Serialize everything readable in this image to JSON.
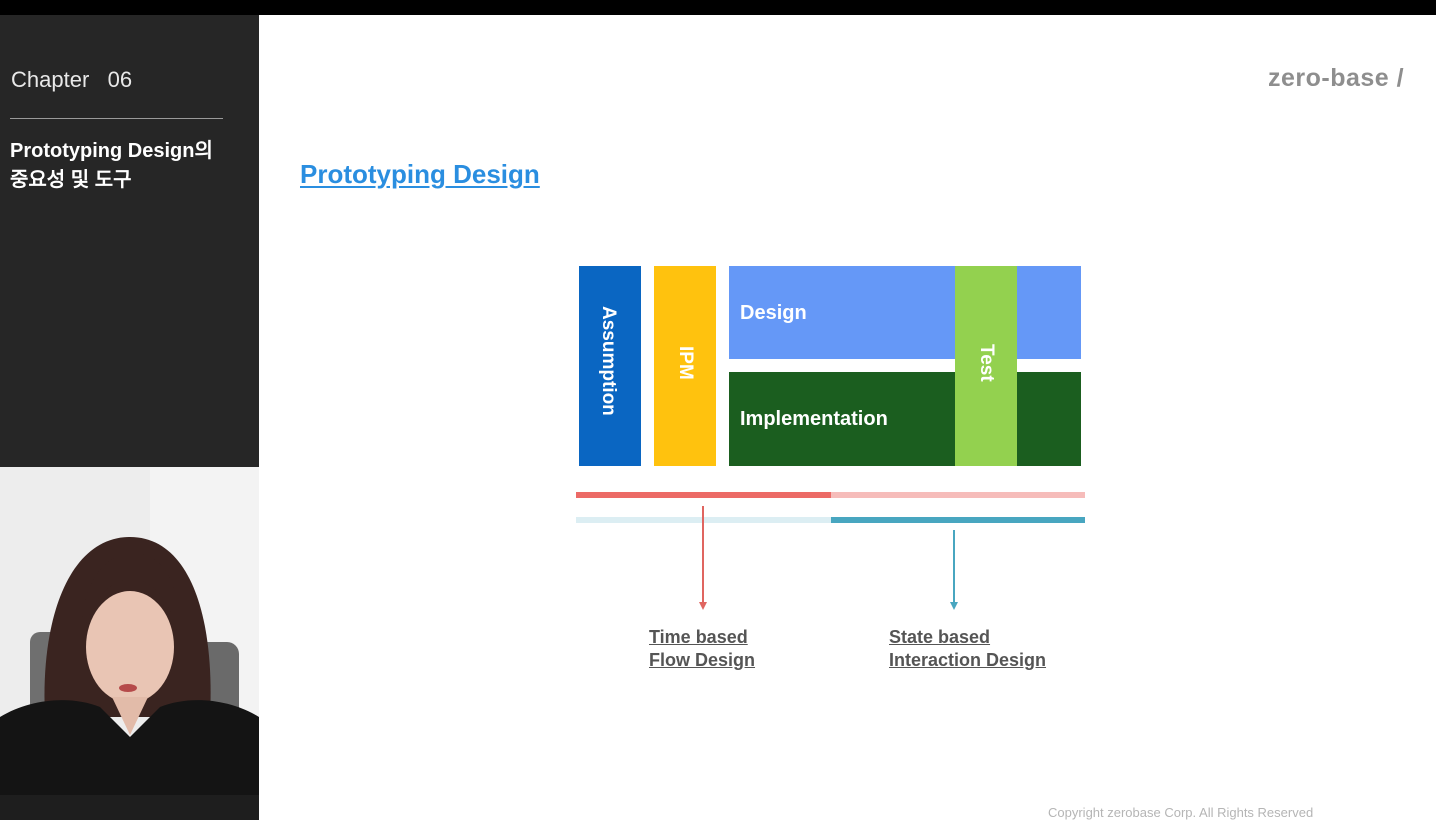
{
  "sidebar": {
    "chapter_label": "Chapter   06",
    "lesson_title_line1": "Prototyping Design의",
    "lesson_title_line2": "중요성 및 도구"
  },
  "header": {
    "logo_text": "zero-base /"
  },
  "slide": {
    "title": "Prototyping Design",
    "blocks": {
      "assumption": "Assumption",
      "ipm": "IPM",
      "design": "Design",
      "implementation": "Implementation",
      "test": "Test"
    },
    "labels": {
      "time_line1": "Time based",
      "time_line2": "Flow Design",
      "state_line1": "State based",
      "state_line2": "Interaction Design"
    },
    "copyright": "Copyright zerobase Corp. All Rights Reserved"
  },
  "colors": {
    "assumption": "#0a66c2",
    "ipm": "#ffc20e",
    "design": "#6598f7",
    "implementation": "#1b5e1f",
    "test": "#93d14f",
    "time_bar": "#ec6a66",
    "time_bar_light": "#f6bcba",
    "state_bar": "#48a6c0",
    "state_bar_light": "#dceef3",
    "title": "#2a8ee0"
  }
}
